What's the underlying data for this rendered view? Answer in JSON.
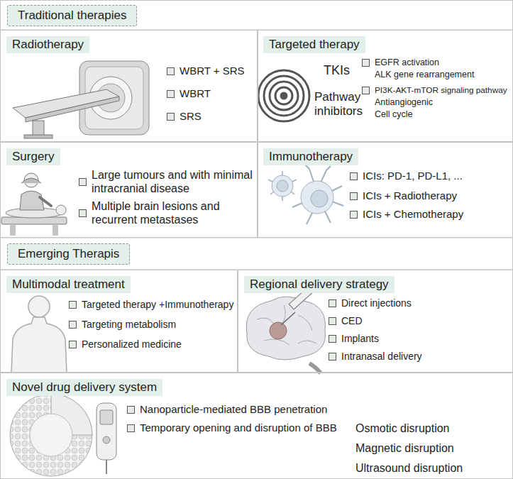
{
  "diagram": {
    "nodes": [
      {
        "text": [
          "Traditional therapies"
        ]
      },
      {
        "text": [
          "Radiotherapy",
          "WBRT + SRS",
          "WBRT",
          "SRS"
        ]
      },
      {
        "text": [
          "Targeted therapy",
          "TKIs",
          "EGFR activation",
          "ALK gene rearrangement",
          "Pathway inhibitors",
          "PI3K-AKT-mTOR signaling pathway",
          "Antiangiogenic",
          "Cell cycle"
        ]
      },
      {
        "text": [
          "Surgery",
          "Large tumours and with minimal intracranial disease",
          "Multiple brain lesions and recurrent metastases"
        ]
      },
      {
        "text": [
          "Immunotherapy",
          "ICIs: PD-1, PD-L1, ...",
          "ICIs + Radiotherapy",
          "ICIs + Chemotherapy"
        ]
      },
      {
        "text": [
          "Emerging Therapis"
        ]
      },
      {
        "text": [
          "Multimodal treatment",
          "Targeted therapy +Immunotherapy",
          "Targeting metabolism",
          "Personalized medicine"
        ]
      },
      {
        "text": [
          "Regional delivery strategy",
          "Direct injections",
          "CED",
          "Implants",
          "Intranasal delivery"
        ]
      },
      {
        "text": [
          "Novel drug delivery system",
          "Nanoparticle-mediated BBB penetration",
          "Temporary opening and disruption of BBB",
          "Osmotic disruption",
          "Magnetic disruption",
          "Ultrasound disruption"
        ]
      }
    ]
  }
}
